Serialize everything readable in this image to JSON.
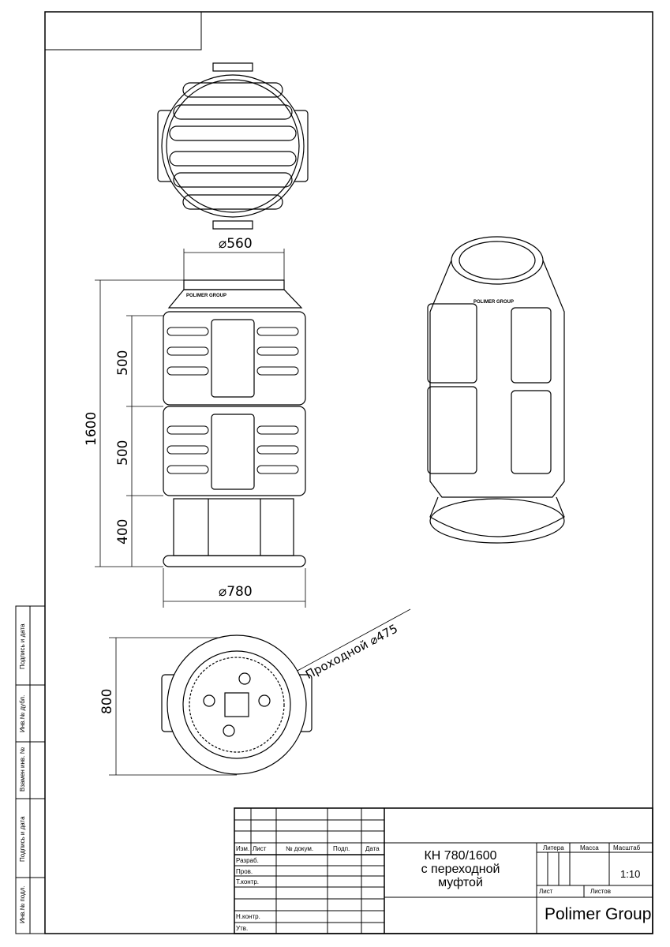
{
  "side_stamps": [
    "Подпись и дата",
    "Инв.№ дубл.",
    "Взамен инв. №",
    "Подпись и дата",
    "Инв.№ подл."
  ],
  "dimensions": {
    "top_diameter": "⌀560",
    "bottom_diameter": "⌀780",
    "height_total": "1600",
    "section_1": "500",
    "section_2": "500",
    "section_3": "400",
    "plan_diameter": "800",
    "passage": "Проходной ⌀475"
  },
  "title_block": {
    "headers": [
      "Изм.",
      "Лист",
      "№ докум.",
      "Подп.",
      "Дата"
    ],
    "roles": [
      "Разраб.",
      "Пров.",
      "Т.контр.",
      "Н.контр.",
      "Утв."
    ],
    "title_line1": "КН 780/1600",
    "title_line2": "с переходной",
    "title_line3": "муфтой",
    "litera": "Литера",
    "massa": "Масса",
    "masshtab": "Масштаб",
    "scale": "1:10",
    "list": "Лист",
    "listov": "Листов",
    "company": "Polimer Group"
  },
  "logo_text": "POLIMER GROUP"
}
